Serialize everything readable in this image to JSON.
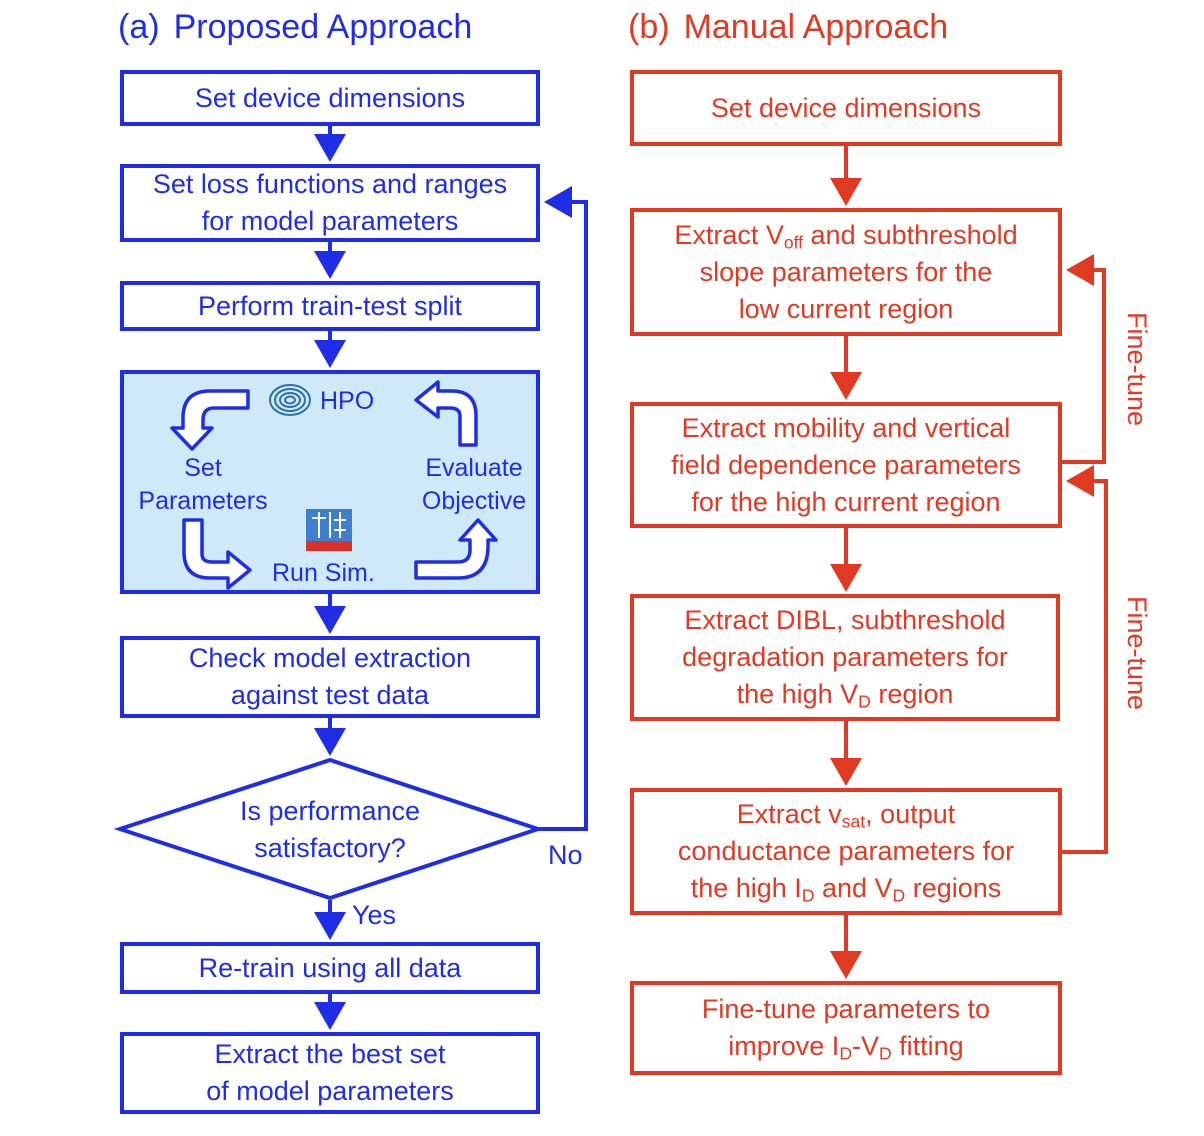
{
  "panel_a": {
    "tag": "(a)",
    "title": "Proposed Approach",
    "steps": {
      "set_dims": "Set device dimensions",
      "loss_1": "Set loss functions and ranges",
      "loss_2": "for model parameters",
      "split": "Perform train-test split",
      "check_1": "Check model extraction",
      "check_2": "against test data",
      "decision_1": "Is performance",
      "decision_2": "satisfactory?",
      "retrain": "Re-train using all data",
      "extract_1": "Extract the best set",
      "extract_2": "of model parameters"
    },
    "hpo_cycle": {
      "hpo": "HPO",
      "set_1": "Set",
      "set_2": "Parameters",
      "eval_1": "Evaluate",
      "eval_2": "Objective",
      "run": "Run Sim."
    },
    "edge_no": "No",
    "edge_yes": "Yes"
  },
  "panel_b": {
    "tag": "(b)",
    "title": "Manual Approach",
    "steps": {
      "set_dims": "Set device dimensions",
      "voff_a": "Extract V",
      "voff_sub": "off",
      "voff_b": " and subthreshold",
      "voff_2": "slope parameters for the",
      "voff_3": "low current region",
      "mob_1": "Extract mobility and vertical",
      "mob_2": "field dependence parameters",
      "mob_3": "for the high current region",
      "dibl_1": "Extract DIBL, subthreshold",
      "dibl_2": "degradation parameters for",
      "dibl_3a": "the high V",
      "dibl_3sub": "D",
      "dibl_3b": " region",
      "vsat_1a": "Extract v",
      "vsat_1sub": "sat",
      "vsat_1b": ", output",
      "vsat_2": "conductance parameters for",
      "vsat_3a": "the high I",
      "vsat_3sub1": "D",
      "vsat_3b": " and V",
      "vsat_3sub2": "D",
      "vsat_3c": " regions",
      "fine_1": "Fine-tune parameters to",
      "fine_2a": "improve I",
      "fine_2sub1": "D",
      "fine_2b": "-V",
      "fine_2sub2": "D",
      "fine_2c": " fitting"
    },
    "loop_label_1": "Fine-tune",
    "loop_label_2": "Fine-tune"
  },
  "colors": {
    "blue": "#1f2ee6",
    "red": "#e03a22",
    "panel_fill": "#cfe9f9"
  }
}
